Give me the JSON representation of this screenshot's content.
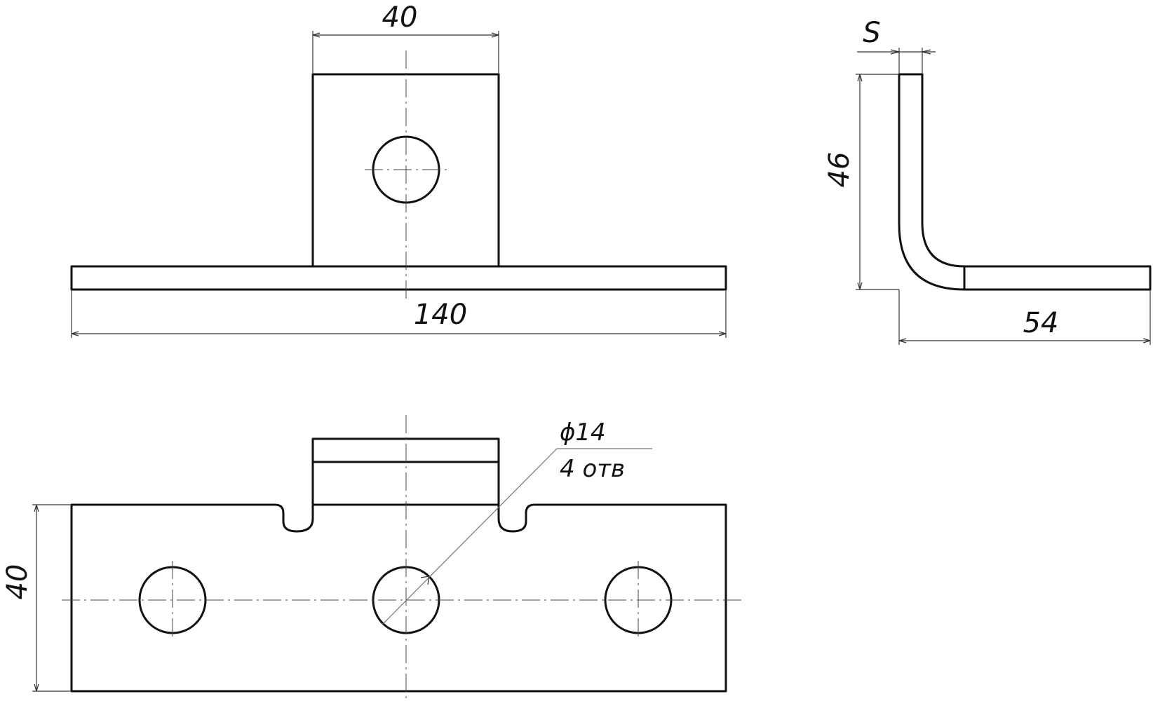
{
  "dimensions": {
    "top_tab_width": "40",
    "overall_length": "140",
    "thickness": "S",
    "side_height": "46",
    "side_length": "54",
    "hole_diameter": "ϕ14",
    "hole_count": "4 отв",
    "plate_width": "40"
  }
}
